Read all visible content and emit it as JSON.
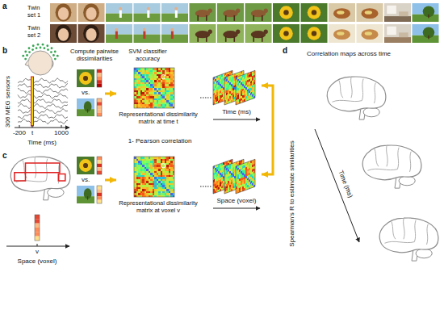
{
  "diagram": {
    "nodes": [
      {
        "text": [
          "vs."
        ]
      },
      {
        "text": [
          "Representational dissimilarity matrix at time t"
        ]
      },
      {
        "text": [
          "Time (ms)"
        ]
      },
      {
        "text": [
          "vs."
        ]
      },
      {
        "text": [
          "Representational dissimilarity matrix at voxel v"
        ]
      },
      {
        "text": [
          "Space (voxel)"
        ]
      }
    ],
    "edges": [
      {
        "from": 0,
        "to": 1,
        "arrow": "to",
        "label": "SVM classifier accuracy"
      },
      {
        "from": 1,
        "to": 2,
        "arrow": "none"
      },
      {
        "from": 3,
        "to": 4,
        "arrow": "to",
        "label": "1- Pearson correlation"
      },
      {
        "from": 4,
        "to": 5,
        "arrow": "none"
      },
      {
        "from": 2,
        "to": 5,
        "arrow": "both"
      }
    ],
    "labels": [
      "a",
      "Twin set 1",
      "Twin set 2",
      "b",
      "306 MEG sensors",
      "-200",
      "t",
      "1000",
      "Time (ms)",
      "Compute pairwise dissimilarities",
      "c",
      "v",
      "Space (voxel)",
      "d",
      "Correlation maps across time",
      "Spearman's R to estimate similarities",
      "Time (ms)"
    ]
  }
}
